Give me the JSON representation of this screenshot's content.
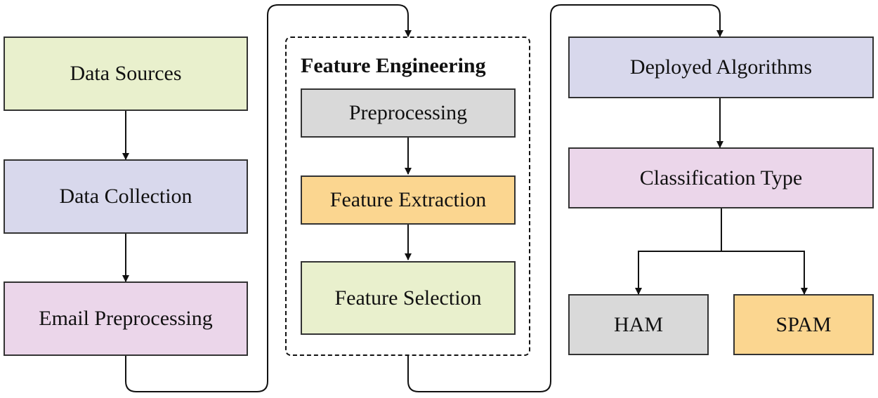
{
  "diagram": {
    "nodes": [
      {
        "id": "data_sources",
        "label": "Data Sources",
        "color": "#e9f0cd"
      },
      {
        "id": "data_collection",
        "label": "Data Collection",
        "color": "#d8d8ec"
      },
      {
        "id": "email_preprocessing",
        "label": "Email Preprocessing",
        "color": "#ebd6ea"
      },
      {
        "id": "preprocessing",
        "label": "Preprocessing",
        "color": "#d9d9d9"
      },
      {
        "id": "feature_extraction",
        "label": "Feature Extraction",
        "color": "#fbd690"
      },
      {
        "id": "feature_selection",
        "label": "Feature Selection",
        "color": "#e9f0cd"
      },
      {
        "id": "deployed_algorithms",
        "label": "Deployed Algorithms",
        "color": "#d8d8ec"
      },
      {
        "id": "classification_type",
        "label": "Classification Type",
        "color": "#ebd6ea"
      },
      {
        "id": "ham",
        "label": "HAM",
        "color": "#d9d9d9"
      },
      {
        "id": "spam",
        "label": "SPAM",
        "color": "#fbd690"
      }
    ],
    "group": {
      "id": "feature_engineering",
      "label": "Feature Engineering"
    },
    "edges": [
      {
        "from": "data_sources",
        "to": "data_collection"
      },
      {
        "from": "data_collection",
        "to": "email_preprocessing"
      },
      {
        "from": "email_preprocessing",
        "to": "feature_engineering"
      },
      {
        "from": "preprocessing",
        "to": "feature_extraction"
      },
      {
        "from": "feature_extraction",
        "to": "feature_selection"
      },
      {
        "from": "feature_engineering",
        "to": "deployed_algorithms"
      },
      {
        "from": "deployed_algorithms",
        "to": "classification_type"
      },
      {
        "from": "classification_type",
        "to": "ham"
      },
      {
        "from": "classification_type",
        "to": "spam"
      }
    ]
  }
}
